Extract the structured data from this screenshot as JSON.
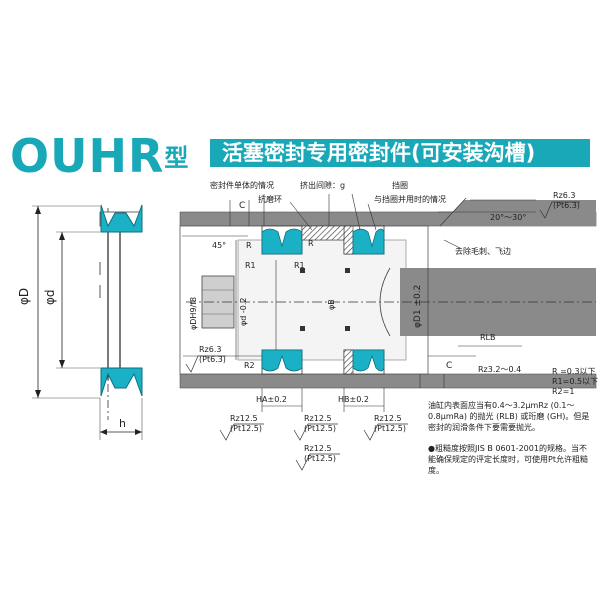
{
  "title": {
    "model": "OUHR",
    "model_suffix": "型",
    "banner": "活塞密封专用密封件(可安装沟槽)"
  },
  "callouts": {
    "single_seal": "密封件单体的情况",
    "extrusion_gap": "挤出间隙：g",
    "wear_ring": "抗磨环",
    "backup_ring": "挡圈",
    "with_backup": "与挡圈并用时的情况",
    "deburr": "去除毛刺、飞边",
    "angle_chamfer": "20°～30°",
    "angle_45": "45°"
  },
  "dims": {
    "phi_D": "φD",
    "phi_d": "φd",
    "h": "h",
    "C_top": "C",
    "C_right": "C",
    "R_left": "R",
    "R_right": "R",
    "R1_a": "R1",
    "R1_b": "R1",
    "R2": "R2",
    "phi_DH": "φDH9/f8",
    "phi_d_tol": "φd -0.2",
    "phi_B": "φB",
    "phi_D1": "φD1 ±0.2",
    "HA": "HA±0.2",
    "HB": "HB±0.2",
    "RLB": "RLB"
  },
  "roughness": {
    "top_right": [
      "Rz6.3",
      "(Pt6.3)"
    ],
    "left_bore": [
      "Rz6.3",
      "(Pt6.3)"
    ],
    "rod": "Rz3.2～0.4",
    "bottom_1": [
      "Rz12.5",
      "(Pt12.5)"
    ],
    "bottom_2": [
      "Rz12.5",
      "(Pt12.5)"
    ],
    "bottom_3": [
      "Rz12.5",
      "(Pt12.5)"
    ],
    "bottom_4": [
      "Rz12.5",
      "(Pt12.5)"
    ]
  },
  "radius_table": {
    "r1": "R =0.3以下",
    "r2": "R1=0.5以下",
    "r3": "R2=1"
  },
  "notes": {
    "box": "油缸内表面应当有0.4～3.2μmRz (0.1～0.8μmRa) 的抛光 (RLB) 或珩磨 (GH)。但是密封的润滑条件下要需要抛光。",
    "standard": "●粗糙度按照JIS B 0601-2001的规格。当不能确保规定的评定长度时，可使用Pt允许粗糙度。"
  },
  "colors": {
    "brand": "#18a8b8",
    "seal": "#1ab0c6",
    "steel": "#8a8a8a"
  }
}
